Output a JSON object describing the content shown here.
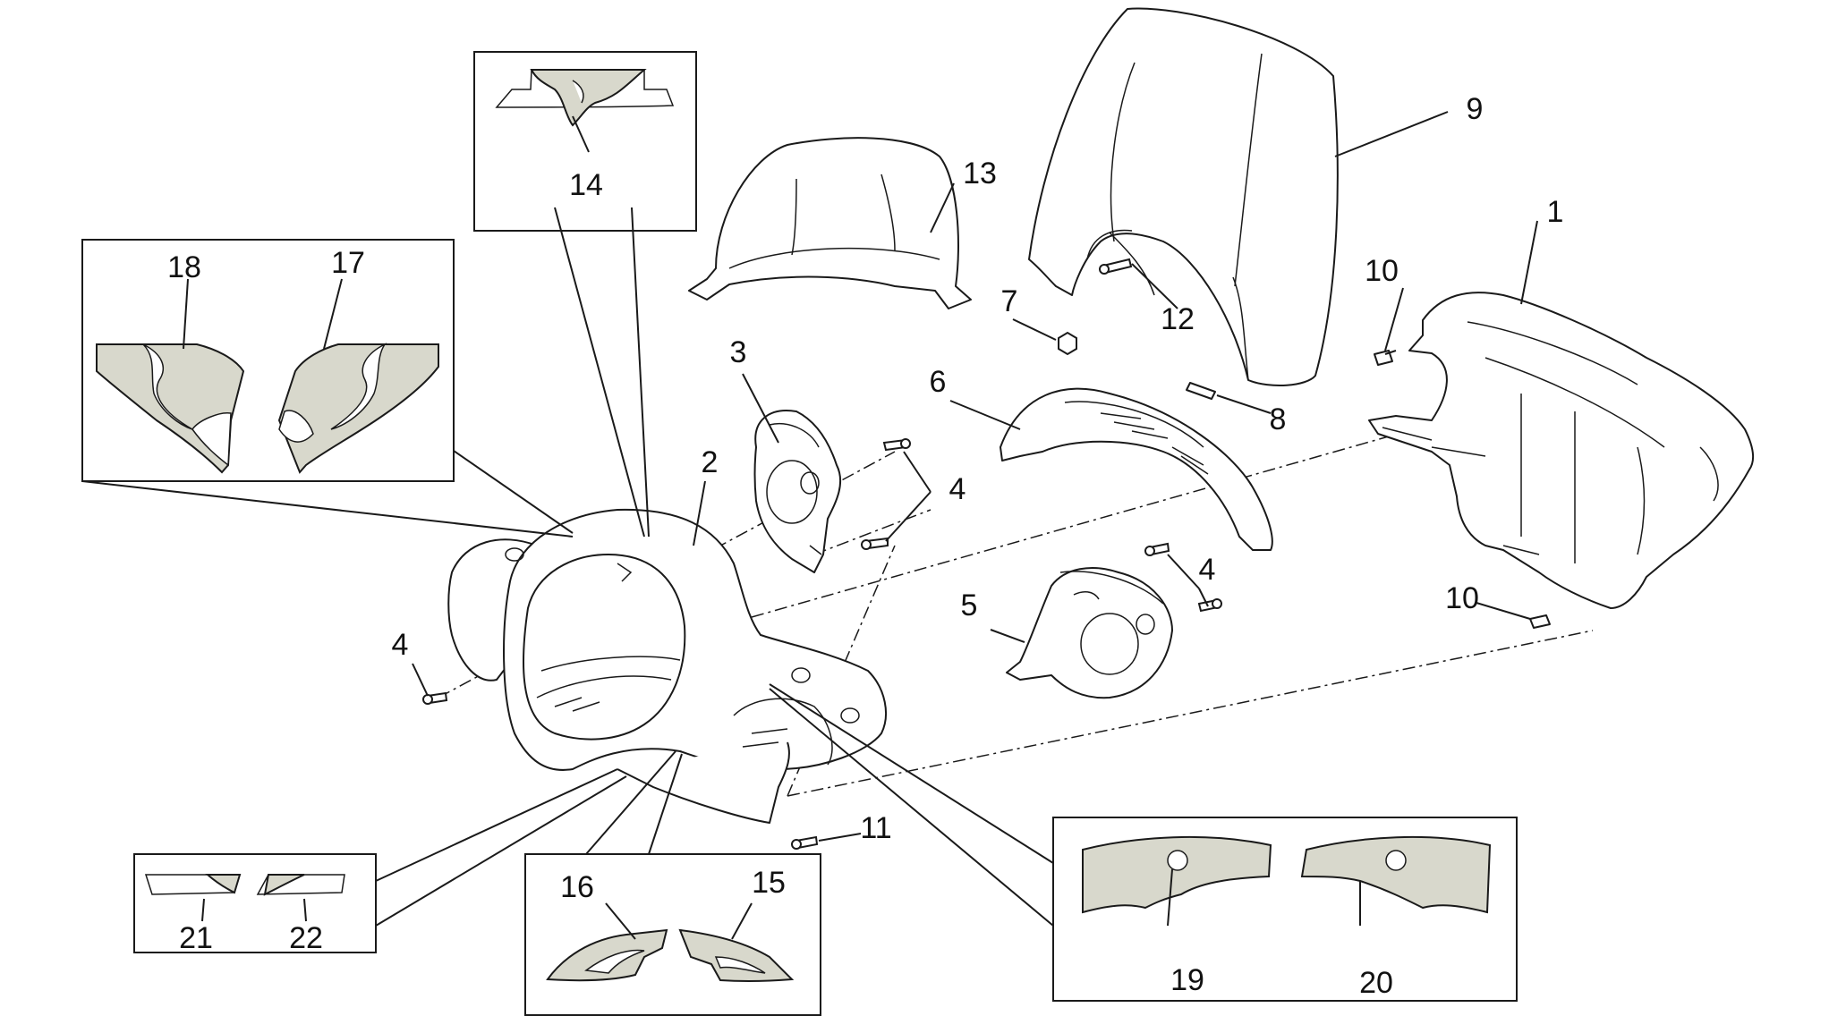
{
  "callouts": {
    "c1": "1",
    "c2": "2",
    "c3": "3",
    "c4a": "4",
    "c4b": "4",
    "c4c": "4",
    "c5": "5",
    "c6": "6",
    "c7": "7",
    "c8": "8",
    "c9": "9",
    "c10a": "10",
    "c10b": "10",
    "c11": "11",
    "c12": "12",
    "c13": "13",
    "c14": "14",
    "c15": "15",
    "c16": "16",
    "c17": "17",
    "c18": "18",
    "c19": "19",
    "c20": "20",
    "c21": "21",
    "c22": "22"
  },
  "colors": {
    "line": "#1a1a1a",
    "decal_fill": "#d8d8cc",
    "background": "#ffffff"
  }
}
